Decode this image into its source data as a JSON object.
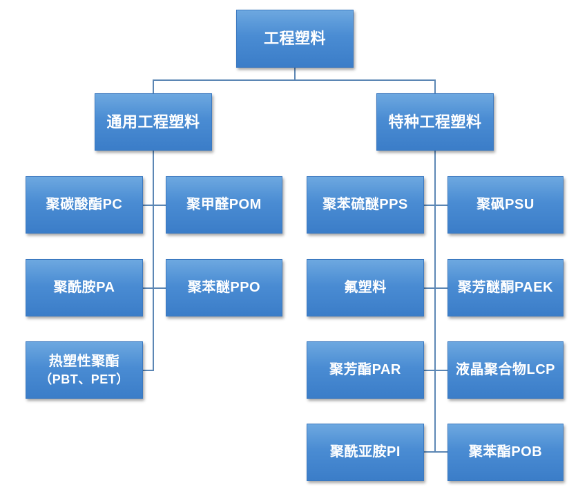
{
  "root": {
    "label": "工程塑料"
  },
  "general": {
    "label": "通用工程塑料",
    "items": [
      {
        "label": "聚碳酸酯PC"
      },
      {
        "label": "聚甲醛POM"
      },
      {
        "label": "聚酰胺PA"
      },
      {
        "label": "聚苯醚PPO"
      },
      {
        "label": "热塑性聚酯",
        "sublabel": "（PBT、PET）"
      }
    ]
  },
  "special": {
    "label": "特种工程塑料",
    "items": [
      {
        "label": "聚苯硫醚PPS"
      },
      {
        "label": "聚砜PSU"
      },
      {
        "label": "氟塑料"
      },
      {
        "label": "聚芳醚酮PAEK"
      },
      {
        "label": "聚芳酯PAR"
      },
      {
        "label": "液晶聚合物LCP"
      },
      {
        "label": "聚酰亚胺PI"
      },
      {
        "label": "聚苯酯POB"
      }
    ]
  }
}
